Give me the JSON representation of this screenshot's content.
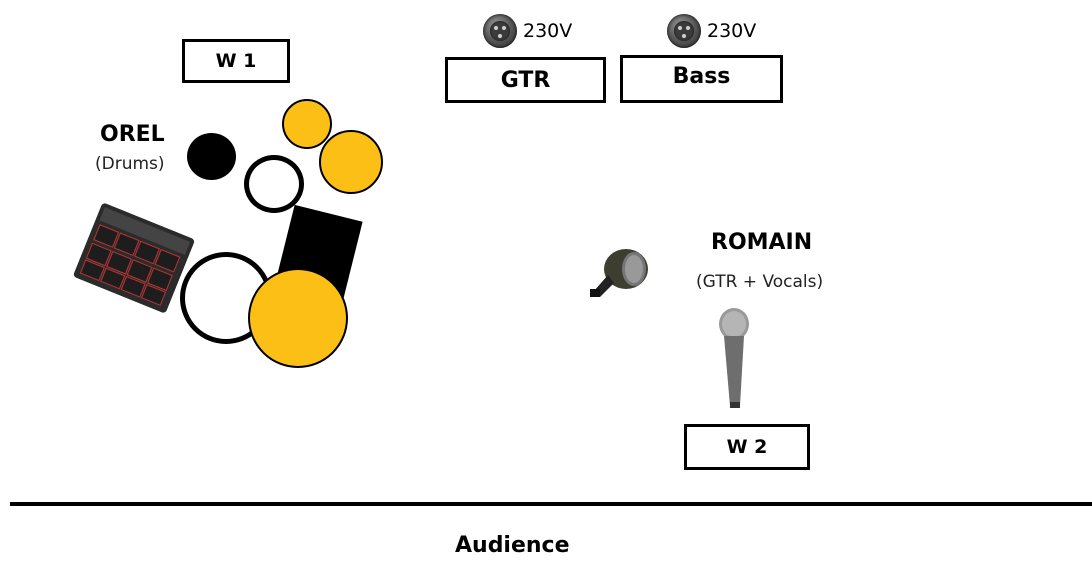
{
  "monitors": {
    "w1": "W 1",
    "w2": "W 2"
  },
  "amps": {
    "guitar": "GTR",
    "bass": "Bass"
  },
  "power": {
    "guitar": "230V",
    "bass": "230V"
  },
  "musicians": {
    "drummer": {
      "name": "OREL",
      "role": "(Drums)"
    },
    "singer": {
      "name": "ROMAIN",
      "role": "(GTR + Vocals)"
    }
  },
  "audience": "Audience",
  "colors": {
    "cymbal": "#fbbf16",
    "outline": "#000000"
  },
  "icons": [
    "power-outlet-icon",
    "harmonica-mic-icon",
    "vocal-mic-icon",
    "drum-pad-icon"
  ]
}
